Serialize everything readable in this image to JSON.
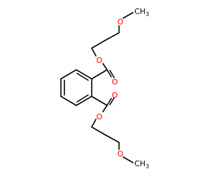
{
  "molecule": {
    "atom_labels": {
      "o_ester_top": "O",
      "o_carbonyl_top": "O",
      "o_ether_top": "O",
      "o_ether_top_methyl": "CH",
      "o_ether_top_methyl_sub": "3",
      "o_ester_bottom": "O",
      "o_carbonyl_bottom": "O",
      "o_ether_bottom": "O",
      "o_ether_bottom_methyl": "CH",
      "o_ether_bottom_methyl_sub": "3"
    },
    "colors": {
      "bond": "#000000",
      "oxygen": "#ff0000",
      "carbon_label": "#000000",
      "background": "#ffffff"
    }
  }
}
